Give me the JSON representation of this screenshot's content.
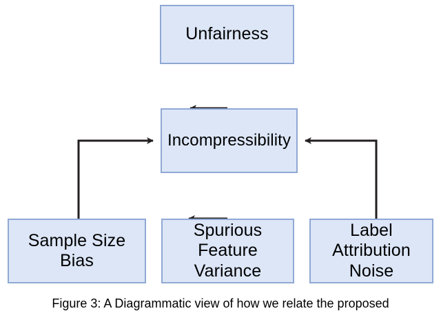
{
  "figure": {
    "caption": "Figure 3: A Diagrammatic view of how we relate the proposed",
    "background_color": "#ffffff",
    "node_fill_color": "#dce6f7",
    "node_border_color": "#8fa8d4",
    "edge_color": "#231f20",
    "text_color": "#000000",
    "nodes": [
      {
        "id": "unfairness",
        "label": "Unfairness"
      },
      {
        "id": "incompressibility",
        "label": "Incompressibility"
      },
      {
        "id": "sample-size-bias",
        "label": "Sample Size\nBias"
      },
      {
        "id": "spurious-feature-variance",
        "label": "Spurious\nFeature\nVariance"
      },
      {
        "id": "label-attribution-noise",
        "label": "Label Attribution\nNoise"
      }
    ],
    "edges": [
      {
        "from": "incompressibility",
        "to": "unfairness",
        "style": "straight-up",
        "arrow": "up"
      },
      {
        "from": "spurious-feature-variance",
        "to": "incompressibility",
        "style": "straight-up",
        "arrow": "up"
      },
      {
        "from": "sample-size-bias",
        "to": "incompressibility",
        "style": "elbow-right",
        "arrow": "right"
      },
      {
        "from": "label-attribution-noise",
        "to": "incompressibility",
        "style": "elbow-left",
        "arrow": "left"
      }
    ]
  }
}
